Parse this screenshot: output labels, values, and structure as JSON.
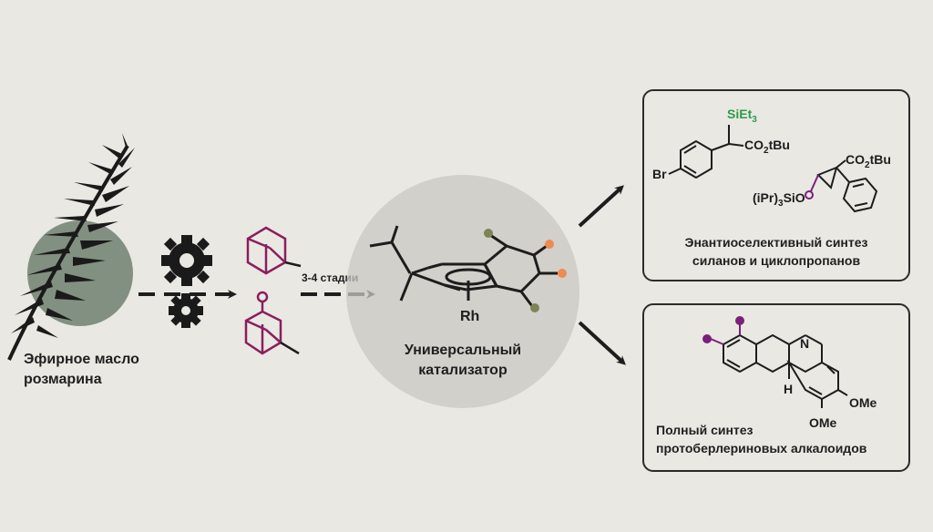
{
  "source": {
    "line1": "Эфирное масло",
    "line2": "розмарина"
  },
  "arrow_step": "3-4 стадии",
  "catalyst": {
    "line1": "Универсальный",
    "line2": "катализатор",
    "metal": "Rh"
  },
  "panel_top": {
    "caption1": "Энантиоселективный синтез",
    "caption2": "силанов и циклопропанов",
    "silyl": "SiEt",
    "silyl_sub": "3",
    "ester1": "CO",
    "ester1_sub": "2",
    "ester1_tail": "tBu",
    "br": "Br",
    "ester2": "CO",
    "ester2_sub": "2",
    "ester2_tail": "tBu",
    "silyl_ether": "(iPr)",
    "silyl_ether_sub": "3",
    "silyl_ether_tail": "SiO"
  },
  "panel_bottom": {
    "caption1": "Полный синтез",
    "caption2": "протоберлериновых алкалоидов",
    "n_atom": "N",
    "h_atom": "H",
    "ome1": "OMe",
    "ome2": "OMe"
  },
  "colors": {
    "background": "#e9e8e3",
    "ink": "#1d1d1d",
    "magenta": "#8a1f5e",
    "green_dot": "#7d8555",
    "orange_dot": "#f08a50",
    "purple_dot": "#7a1f7a",
    "silyl_green": "#2f9b4a",
    "sage_circle": "#6f8070",
    "grey_circle": "#c9c8c3"
  }
}
